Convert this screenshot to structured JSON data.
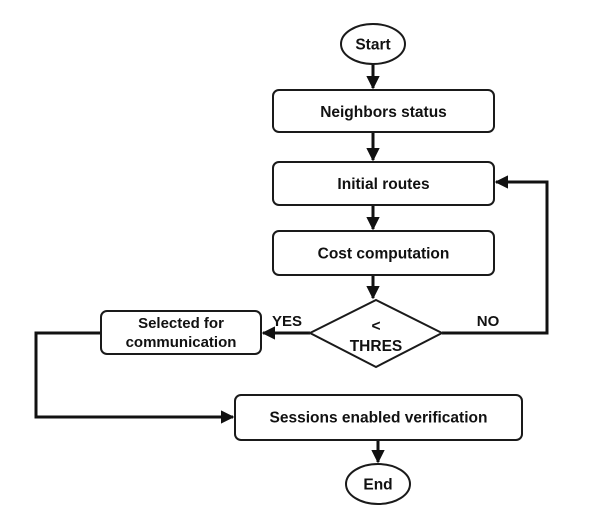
{
  "nodes": {
    "start": "Start",
    "neighbors": "Neighbors status",
    "initial": "Initial routes",
    "cost": "Cost computation",
    "decision_line1": "<",
    "decision_line2": "THRES",
    "selected_line1": "Selected for",
    "selected_line2": "communication",
    "sessions": "Sessions enabled verification",
    "end": "End"
  },
  "edges": {
    "yes": "YES",
    "no": "NO"
  }
}
